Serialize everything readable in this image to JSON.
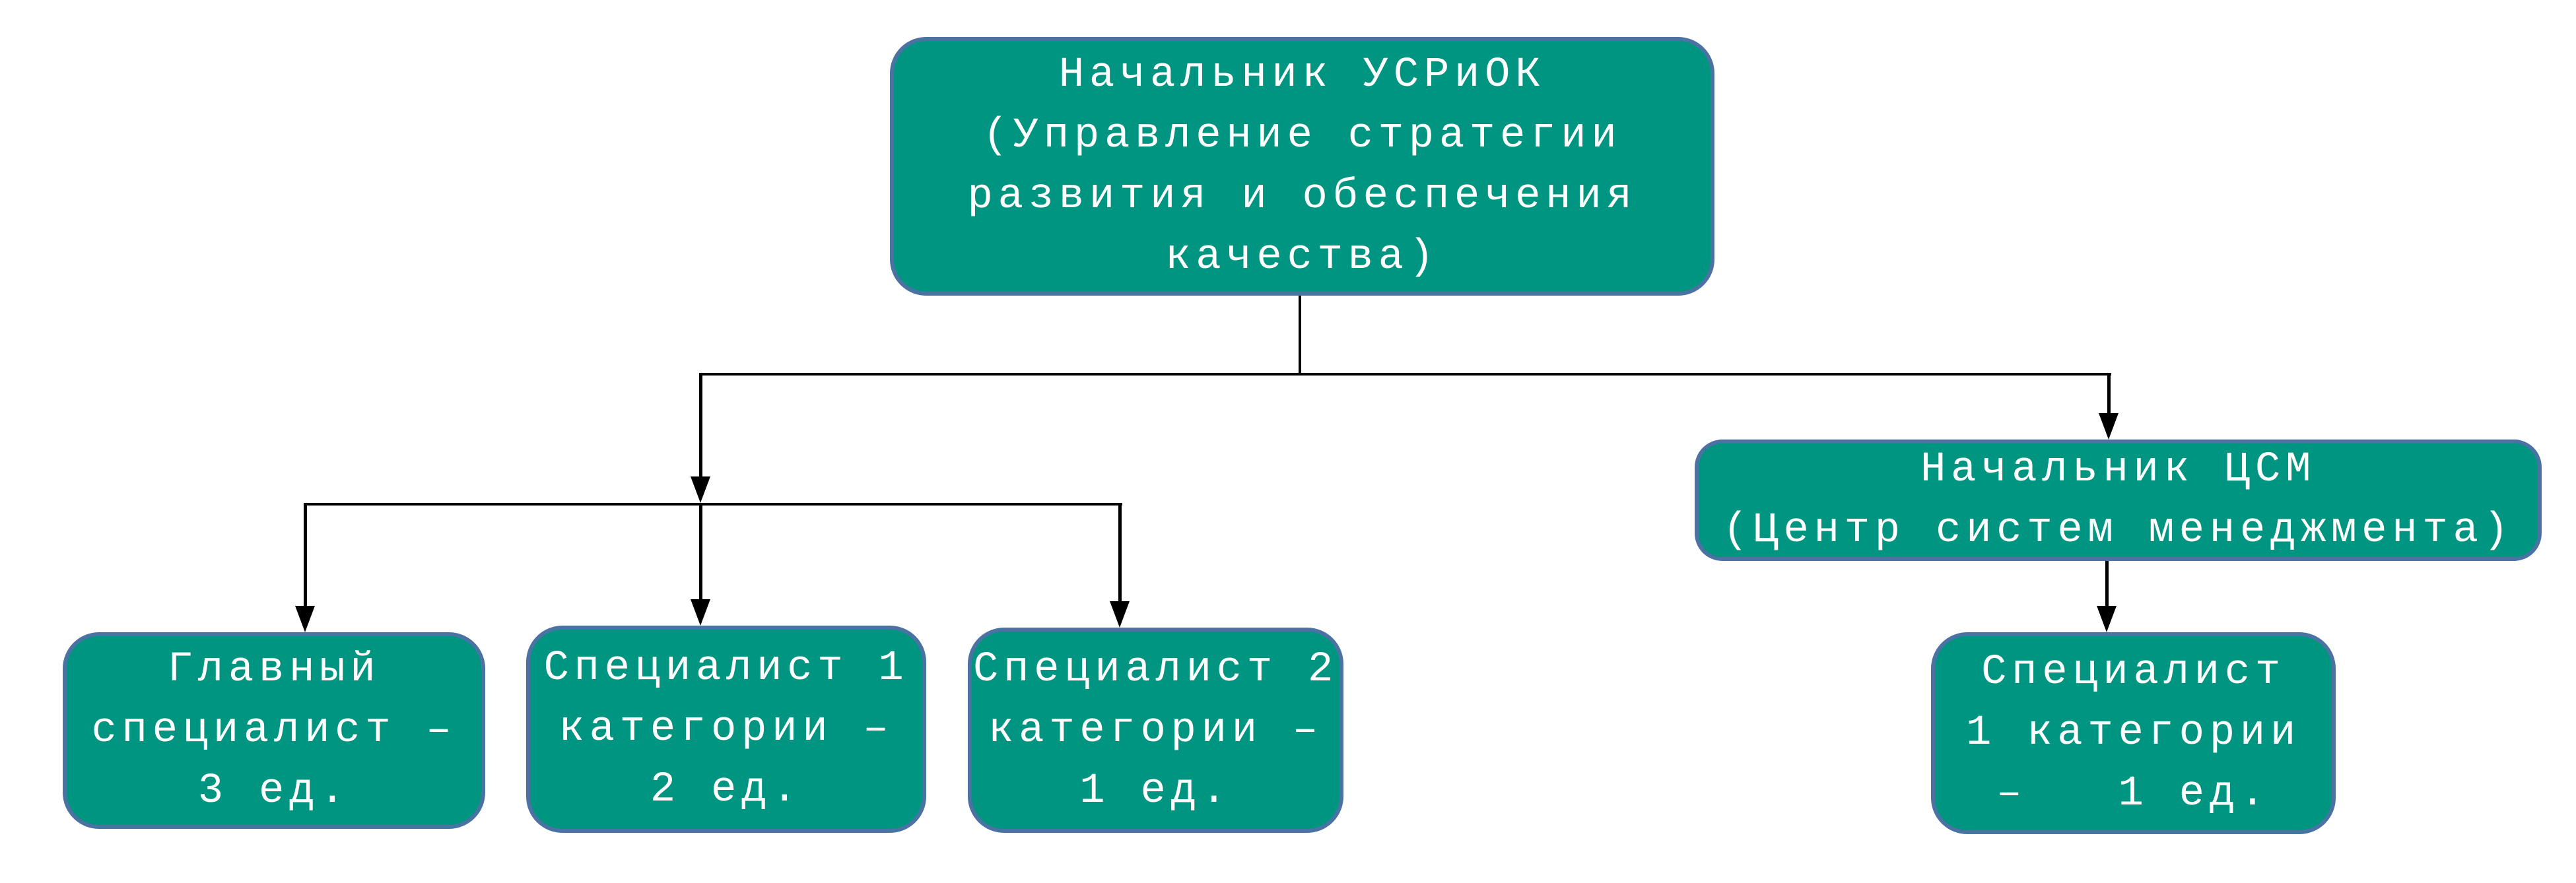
{
  "colors": {
    "background": "#ffffff",
    "box_fill": "#009580",
    "box_border": "#4a72a3",
    "text_color": "#ffffff",
    "connector": "#000000"
  },
  "nodes": {
    "usriok_head": {
      "lines": [
        "Начальник УСРиОК",
        "(Управление стратегии",
        "развития и обеспечения",
        "качества)"
      ]
    },
    "csm_head": {
      "lines": [
        "Начальник ЦСМ",
        "(Центр систем менеджмента)"
      ]
    },
    "chief_specialist": {
      "lines": [
        "Главный",
        "специалист –",
        "3 ед."
      ]
    },
    "specialist_cat1": {
      "lines": [
        "Специалист 1",
        "категории –",
        "2 ед."
      ]
    },
    "specialist_cat2": {
      "lines": [
        "Специалист 2",
        "категории –",
        "1 ед."
      ]
    },
    "csm_specialist_cat1": {
      "lines": [
        "Специалист",
        "1 категории",
        "–   1 ед."
      ]
    }
  }
}
